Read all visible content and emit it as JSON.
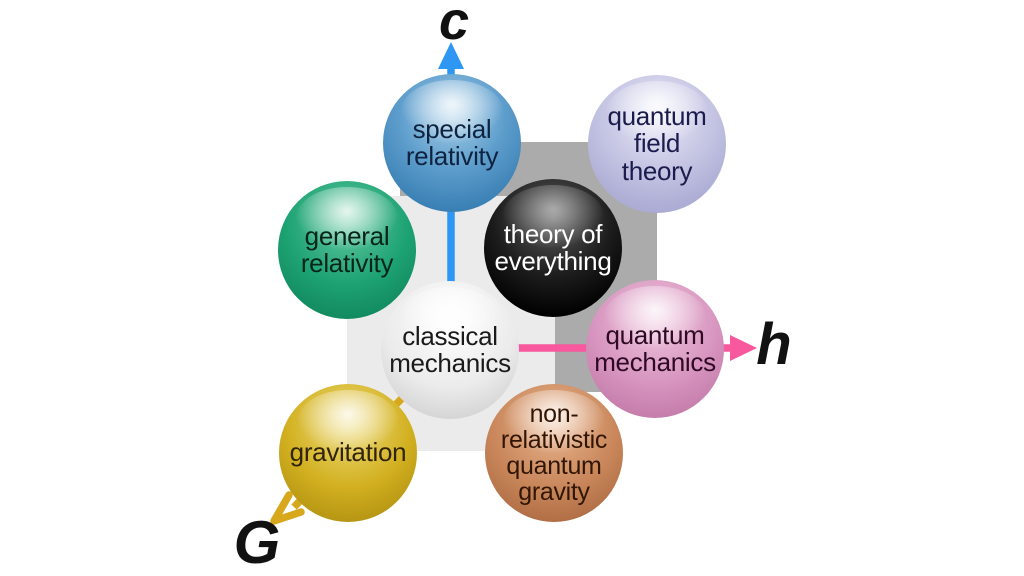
{
  "background_color": "#ffffff",
  "cube": {
    "back_face_color": "#ababab",
    "front_face_color": "#ebebeb"
  },
  "axes": [
    {
      "id": "speed-of-light",
      "label": "c",
      "color": "#2e96f3",
      "direction": "up"
    },
    {
      "id": "planck-constant",
      "label": "h",
      "color": "#f8589d",
      "direction": "right"
    },
    {
      "id": "gravitational-constant",
      "label": "G",
      "color": "#d8a81c",
      "direction": "down-left"
    }
  ],
  "spheres": [
    {
      "id": "special-relativity",
      "label": "special\nrelativity",
      "color": "#4e94c4",
      "text_color": "#0e2340"
    },
    {
      "id": "quantum-field-theory",
      "label": "quantum\nfield\ntheory",
      "color": "#bdbde0",
      "text_color": "#1b1b4d"
    },
    {
      "id": "general-relativity",
      "label": "general\nrelativity",
      "color": "#1da273",
      "text_color": "#05251a"
    },
    {
      "id": "theory-of-everything",
      "label": "theory of\neverything",
      "color": "#000000",
      "text_color": "#ffffff"
    },
    {
      "id": "classical-mechanics",
      "label": "classical\nmechanics",
      "color": "#ebebeb",
      "text_color": "#1a1a1a"
    },
    {
      "id": "quantum-mechanics",
      "label": "quantum\nmechanics",
      "color": "#d795bf",
      "text_color": "#2e0a24"
    },
    {
      "id": "gravitation",
      "label": "gravitation",
      "color": "#d2b020",
      "text_color": "#30240a"
    },
    {
      "id": "non-relativistic-quantum-gravity",
      "label": "non-\nrelativistic\nquantum\ngravity",
      "color": "#c9875b",
      "text_color": "#321604"
    }
  ]
}
